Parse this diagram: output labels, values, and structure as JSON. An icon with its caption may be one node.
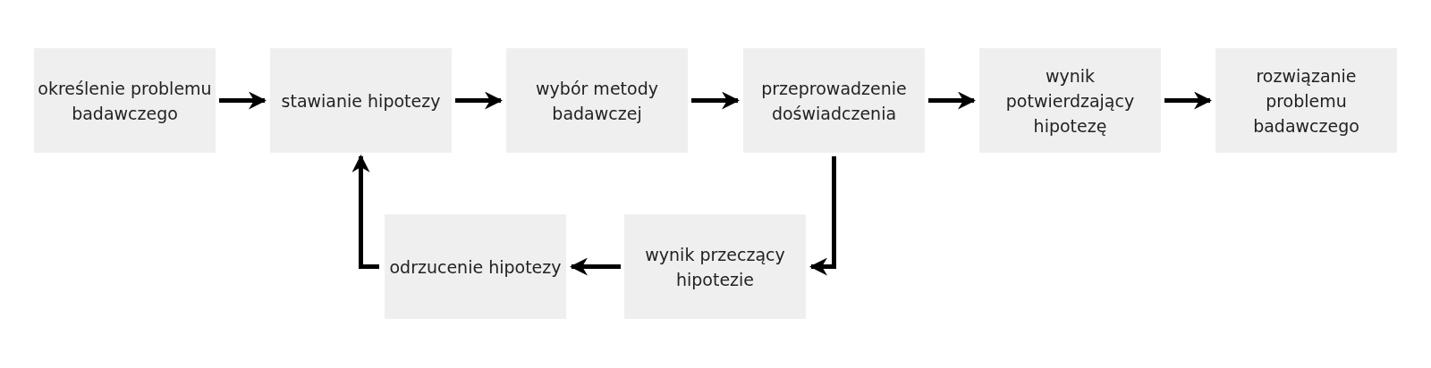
{
  "diagram": {
    "nodes": [
      {
        "text": [
          "określenie problemu badawczego"
        ]
      },
      {
        "text": [
          "stawianie hipotezy"
        ]
      },
      {
        "text": [
          "wybór metody badawczej"
        ]
      },
      {
        "text": [
          "przeprowadzenie doświadczenia"
        ]
      },
      {
        "text": [
          "wynik potwierdzający hipotezę"
        ]
      },
      {
        "text": [
          "rozwiązanie problemu badawczego"
        ]
      },
      {
        "text": [
          "odrzucenie hipotezy"
        ]
      },
      {
        "text": [
          "wynik przeczący hipotezie"
        ]
      }
    ],
    "edges": [
      {
        "from": 0,
        "to": 1,
        "arrow": "to"
      },
      {
        "from": 1,
        "to": 2,
        "arrow": "to"
      },
      {
        "from": 2,
        "to": 3,
        "arrow": "to"
      },
      {
        "from": 3,
        "to": 4,
        "arrow": "to"
      },
      {
        "from": 4,
        "to": 5,
        "arrow": "to"
      },
      {
        "from": 3,
        "to": 7,
        "arrow": "to"
      },
      {
        "from": 7,
        "to": 6,
        "arrow": "to"
      },
      {
        "from": 6,
        "to": 1,
        "arrow": "to"
      }
    ]
  }
}
